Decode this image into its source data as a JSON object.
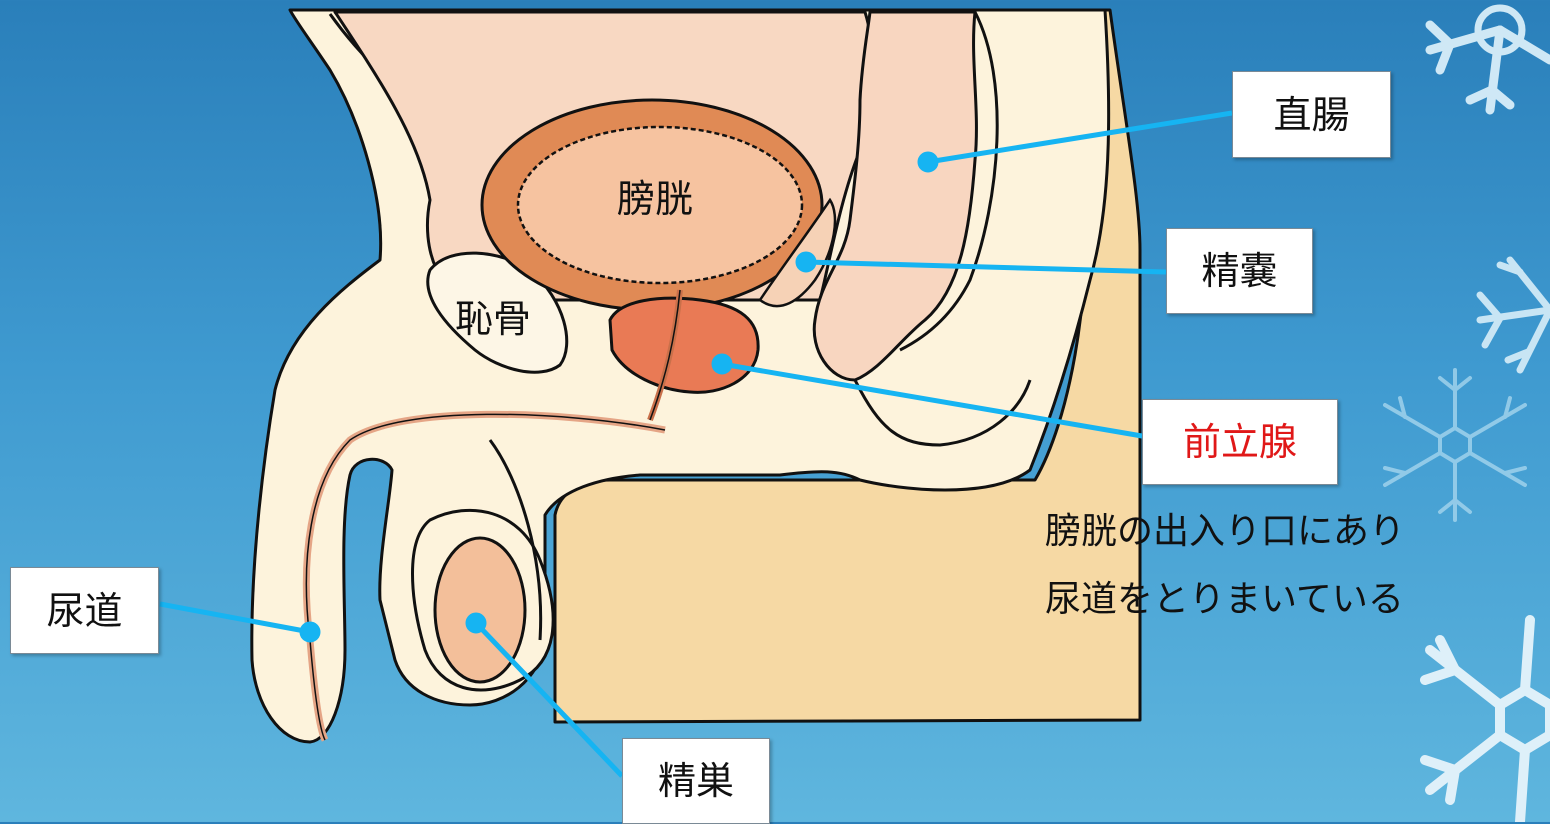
{
  "labels": {
    "rectum": "直腸",
    "seminal_vesicle": "精嚢",
    "prostate": "前立腺",
    "urethra": "尿道",
    "testis": "精巣",
    "bladder": "膀胱",
    "pubic_bone": "恥骨"
  },
  "description": {
    "line1": "膀胱の出入り口にあり",
    "line2": "尿道をとりまいている"
  },
  "colors": {
    "background_top": "#2a7fba",
    "background_bottom": "#5fb6de",
    "leader_line": "#16b4f2",
    "highlight_text": "#e01818",
    "skin": "#fdf3dc",
    "torso": "#f6d9a4",
    "bladder_wall": "#e08a55",
    "bladder_inner": "#f6c3a0",
    "prostate": "#e97a55",
    "rectum": "#f8d6c0",
    "testis": "#f3bf9a"
  },
  "icons": [
    "snowflake-icon",
    "snowflake-icon",
    "snowflake-icon",
    "snowflake-icon"
  ]
}
